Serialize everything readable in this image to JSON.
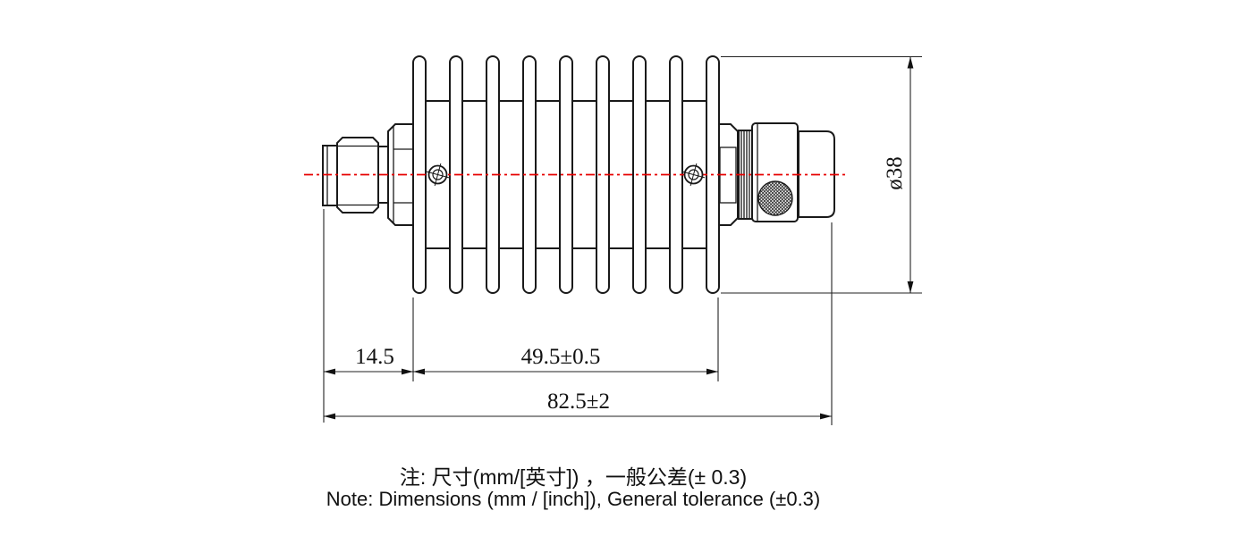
{
  "dimensions": {
    "left_connector_length": "14.5",
    "heatsink_body_length": "49.5±0.5",
    "overall_length": "82.5±2",
    "body_diameter": "ø38"
  },
  "notes": {
    "chinese": "注: 尺寸(mm/[英寸]) ，一般公差(± 0.3)",
    "english": "Note: Dimensions (mm / [inch]), General tolerance (±0.3)"
  },
  "colors": {
    "outline": "#1a1a1a",
    "dimension_line": "#222222",
    "centerline": "#e60000",
    "background": "#ffffff"
  },
  "structure": {
    "fin_count": 9
  }
}
